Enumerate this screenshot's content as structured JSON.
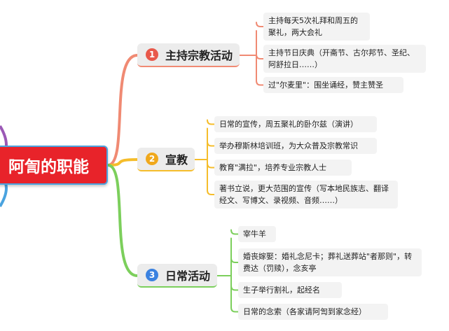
{
  "root": {
    "label": "阿訇的职能"
  },
  "branches": [
    {
      "number": "1",
      "label": "主持宗教活动",
      "color": "#f08a73",
      "badge_color": "#e8584a",
      "items": [
        "主持每天5次礼拜和周五的聚礼，两大会礼",
        "主持节日庆典（开斋节、古尔邦节、圣纪、阿舒拉日……）",
        "过\"尔麦里\"：围坐诵经，赞主赞圣"
      ]
    },
    {
      "number": "2",
      "label": "宣教",
      "color": "#f5bd2b",
      "badge_color": "#f0a81c",
      "items": [
        "日常的宣传，周五聚礼的卧尔兹（演讲）",
        "举办穆斯林培训班，为大众普及宗教常识",
        "教育\"满拉\"，培养专业宗教人士",
        "著书立说，更大范围的宣传（写本地民族志、翻译经文、写博文、录视频、音频……）"
      ]
    },
    {
      "number": "3",
      "label": "日常活动",
      "color": "#7ccf5c",
      "badge_color": "#3b82e0",
      "items": [
        "宰牛羊",
        "婚丧嫁娶：婚礼念尼卡；葬礼送葬站\"者那则\"，转费达（罚赎），念亥亭",
        "生子举行割礼，起经名",
        "日常的念索（各家请阿訇到家念经）"
      ]
    }
  ]
}
